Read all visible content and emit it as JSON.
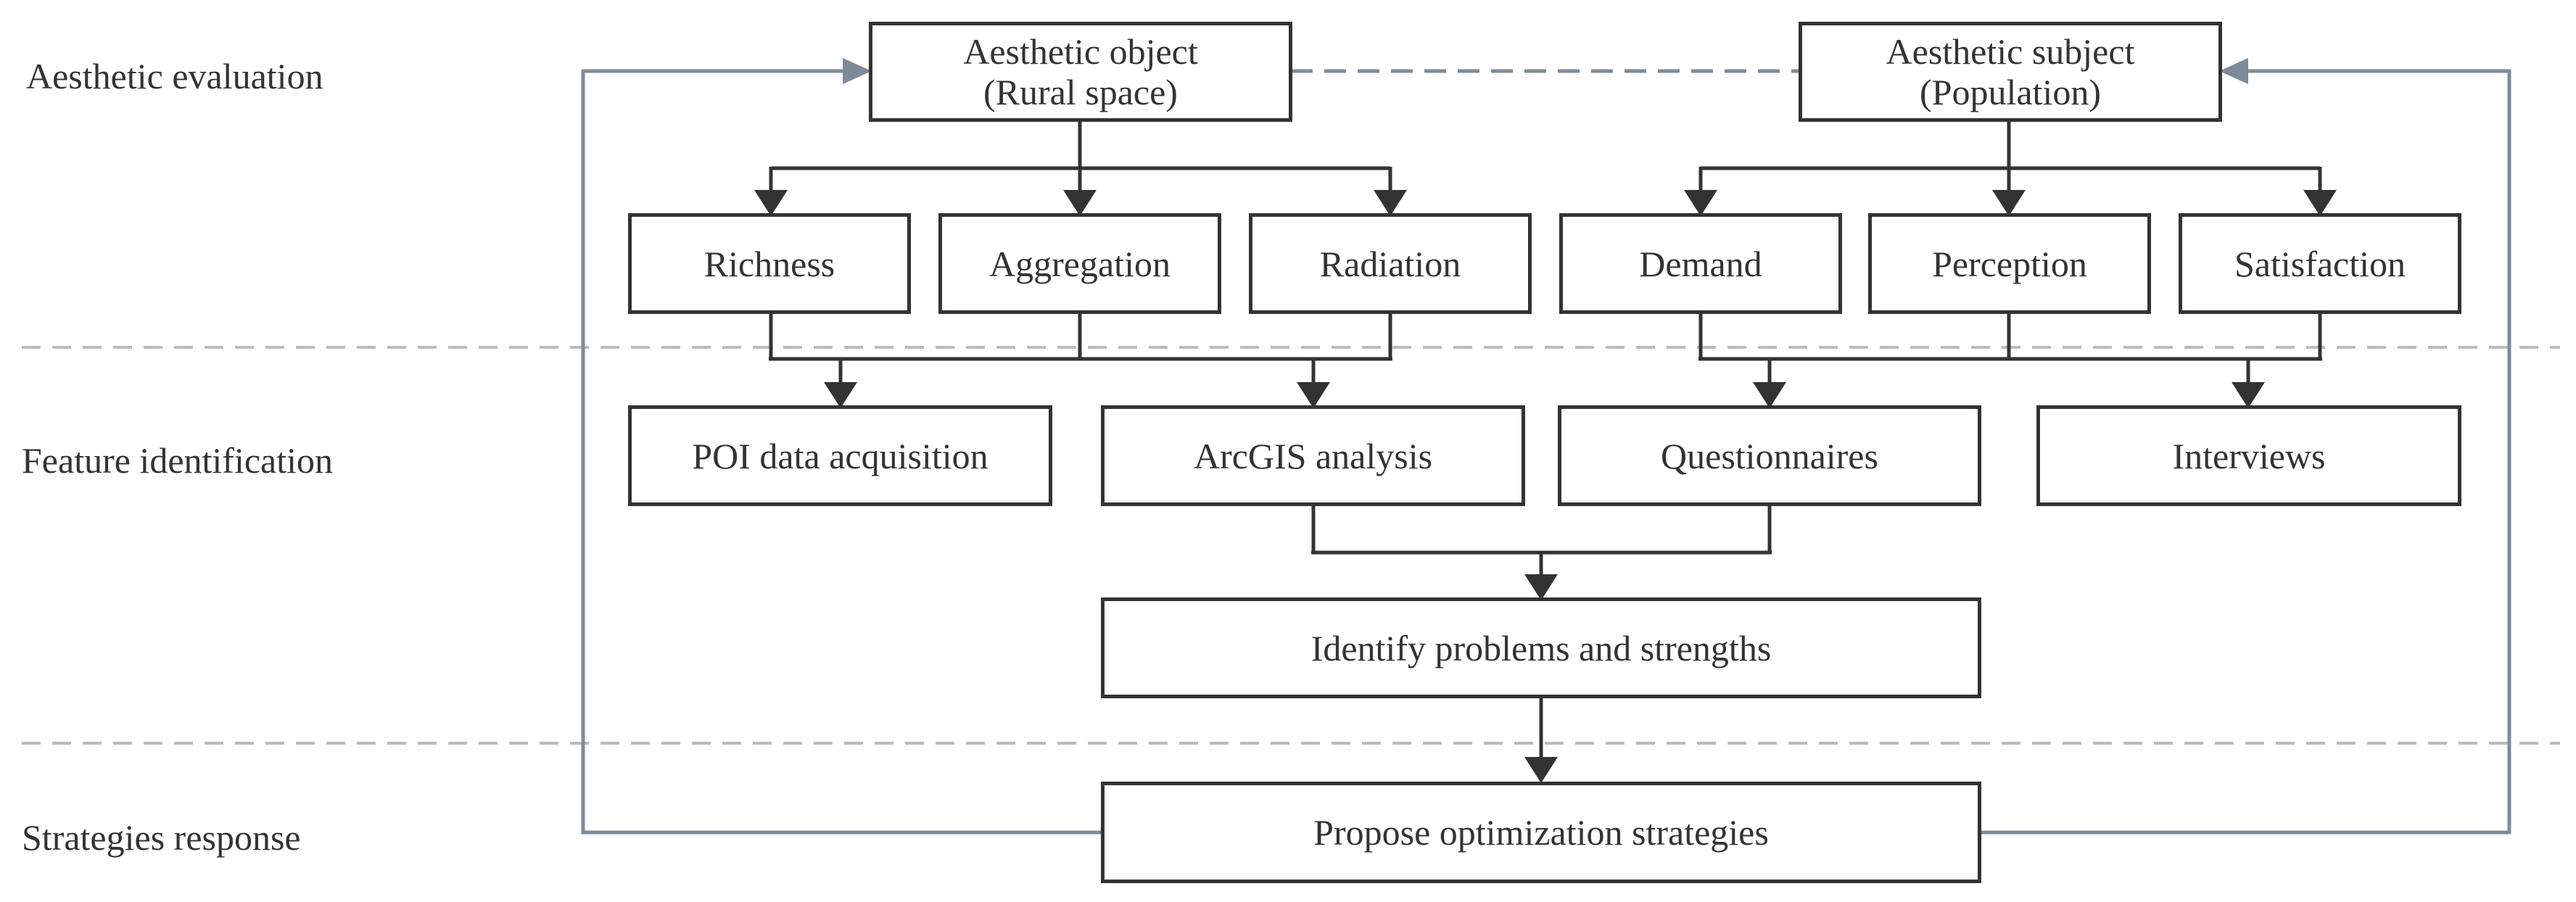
{
  "stages": {
    "evaluation": "Aesthetic evaluation",
    "identification": "Feature identification",
    "response": "Strategies response"
  },
  "top": {
    "object": {
      "line1": "Aesthetic object",
      "line2": "(Rural space)"
    },
    "subject": {
      "line1": "Aesthetic subject",
      "line2": "(Population)"
    }
  },
  "indicators": {
    "richness": "Richness",
    "aggregation": "Aggregation",
    "radiation": "Radiation",
    "demand": "Demand",
    "perception": "Perception",
    "satisfaction": "Satisfaction"
  },
  "methods": {
    "poi": "POI data acquisition",
    "arcgis": "ArcGIS analysis",
    "questionnaires": "Questionnaires",
    "interviews": "Interviews"
  },
  "identify": "Identify problems and strengths",
  "propose": "Propose optimization strategies",
  "colors": {
    "box": "#333333",
    "feedback": "#7f8a99",
    "divider": "#bbbbbb"
  }
}
